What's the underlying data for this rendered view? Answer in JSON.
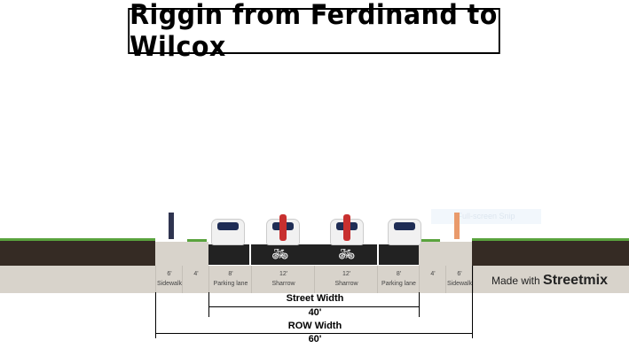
{
  "title": "Riggin from Ferdinand to Wilcox",
  "segments": [
    {
      "width": "6'",
      "label": "Sidewalk"
    },
    {
      "width": "4'",
      "label": ""
    },
    {
      "width": "8'",
      "label": "Parking lane"
    },
    {
      "width": "12'",
      "label": "Sharrow"
    },
    {
      "width": "12'",
      "label": "Sharrow"
    },
    {
      "width": "8'",
      "label": "Parking lane"
    },
    {
      "width": "4'",
      "label": ""
    },
    {
      "width": "6'",
      "label": "Sidewalk"
    }
  ],
  "street_width": {
    "label": "Street Width",
    "value": "40'"
  },
  "row_width": {
    "label": "ROW Width",
    "value": "60'"
  },
  "watermark": {
    "prefix": "Made with",
    "brand": "Streetmix"
  },
  "overlay_text": "Full-screen Snip",
  "colors": {
    "road": "#222222",
    "sidewalk": "#d8d3cb",
    "soil": "#352b24",
    "grass": "#5aa33e"
  }
}
